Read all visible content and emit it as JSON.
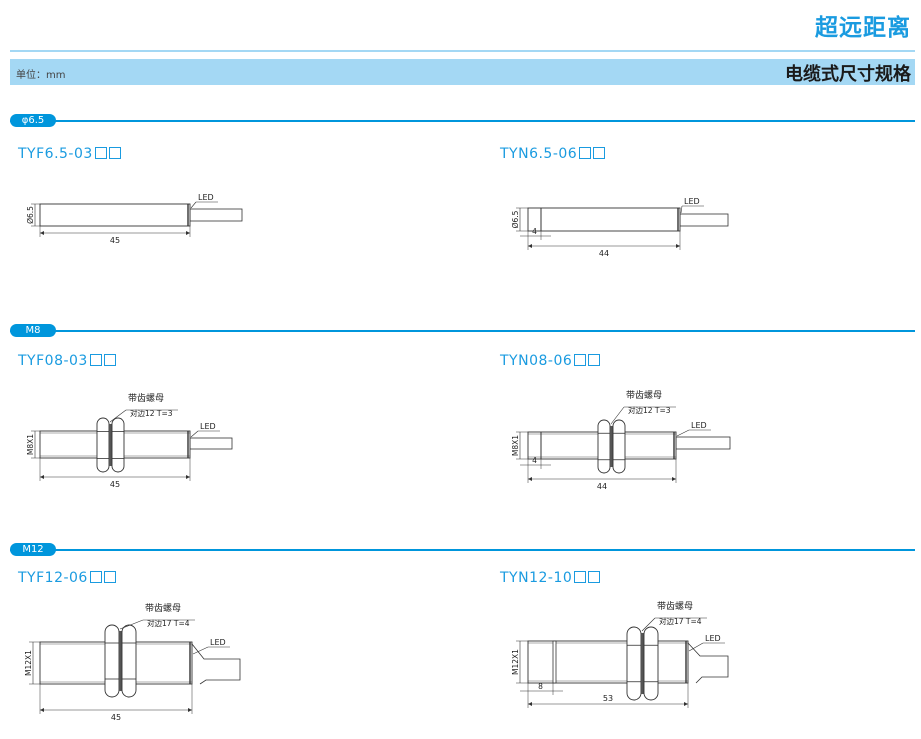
{
  "header": {
    "title": "超远距离",
    "unit": "单位：mm",
    "subtitle": "电缆式尺寸规格"
  },
  "sections": [
    {
      "label": "φ6.5",
      "models": [
        {
          "name": "TYF6.5-03",
          "suffix": "□□",
          "diameter": "Ø6.5",
          "length": "45",
          "led": "LED"
        },
        {
          "name": "TYN6.5-06",
          "suffix": "□□",
          "diameter": "Ø6.5",
          "length": "44",
          "cap": "4",
          "led": "LED"
        }
      ]
    },
    {
      "label": "M8",
      "models": [
        {
          "name": "TYF08-03",
          "suffix": "□□",
          "diameter": "M8X1",
          "length": "45",
          "led": "LED",
          "nut": "带齿螺母",
          "nut_spec": "对边12  T=3"
        },
        {
          "name": "TYN08-06",
          "suffix": "□□",
          "diameter": "M8X1",
          "length": "44",
          "cap": "4",
          "led": "LED",
          "nut": "带齿螺母",
          "nut_spec": "对边12  T=3"
        }
      ]
    },
    {
      "label": "M12",
      "models": [
        {
          "name": "TYF12-06",
          "suffix": "□□",
          "diameter": "M12X1",
          "length": "45",
          "led": "LED",
          "nut": "带齿螺母",
          "nut_spec": "对边17  T=4"
        },
        {
          "name": "TYN12-10",
          "suffix": "□□",
          "diameter": "M12X1",
          "length": "53",
          "cap": "8",
          "led": "LED",
          "nut": "带齿螺母",
          "nut_spec": "对边17  T=4"
        }
      ]
    }
  ],
  "colors": {
    "accent": "#1a9be0",
    "band": "#a4d8f4",
    "section": "#0096dc"
  }
}
